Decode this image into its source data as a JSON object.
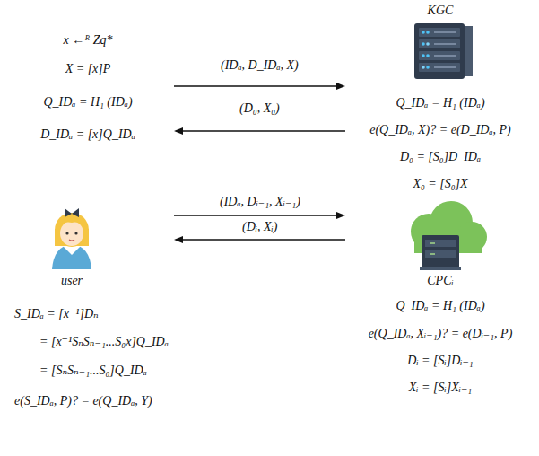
{
  "diagram": {
    "nodes": [
      {
        "text": [
          "x ←ᴿ Zq*",
          "X = [x]P",
          "Q_IDₐ = H₁ (IDₐ)",
          "D_IDₐ = [x]Q_IDₐ",
          "user",
          "S_IDₐ = [x⁻¹]Dₙ",
          "= [x⁻¹SₙSₙ₋₁...S₀x]Q_IDₐ",
          "= [SₙSₙ₋₁...S₀]Q_IDₐ",
          "e(S_IDₐ, P)? = e(Q_IDₐ, Y)"
        ]
      },
      {
        "text": [
          "KGC",
          "Q_IDₐ = H₁ (IDₐ)",
          "e(Q_IDₐ, X)? = e(D_IDₐ, P)",
          "D₀ = [S₀]D_IDₐ",
          "X₀ = [S₀]X"
        ]
      },
      {
        "text": [
          "CPCᵢ",
          "Q_IDₐ = H₁ (IDₐ)",
          "e(Q_IDₐ, Xᵢ₋₁)? = e(Dᵢ₋₁, P)",
          "Dᵢ = [Sᵢ]Dᵢ₋₁",
          "Xᵢ = [Sᵢ]Xᵢ₋₁"
        ]
      }
    ],
    "edges": [
      {
        "from": 0,
        "to": 1,
        "arrow": "to",
        "label": "(IDₐ, D_IDₐ, X)"
      },
      {
        "from": 1,
        "to": 0,
        "arrow": "to",
        "label": "(D₀, X₀)"
      },
      {
        "from": 0,
        "to": 2,
        "arrow": "to",
        "label": "(IDₐ, Dᵢ₋₁, Xᵢ₋₁)"
      },
      {
        "from": 2,
        "to": 0,
        "arrow": "to",
        "label": "(Dᵢ, Xᵢ)"
      }
    ]
  }
}
